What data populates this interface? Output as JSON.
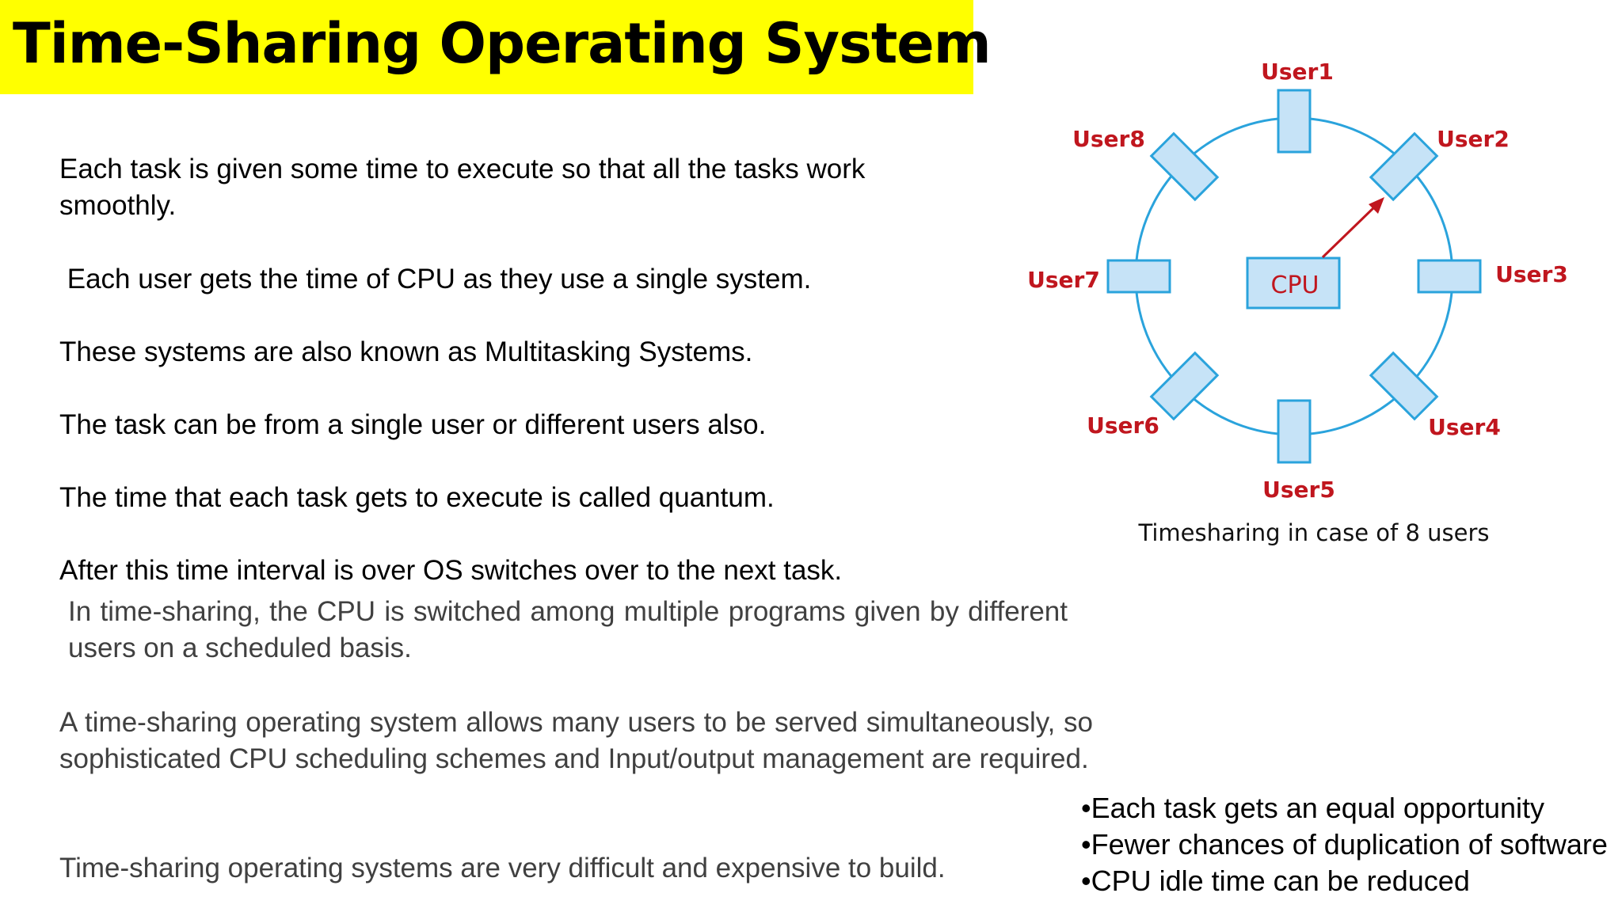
{
  "title": "Time-Sharing Operating System",
  "paragraphs": [
    "Each task is given some time to execute so that all the tasks work smoothly.",
    " Each user gets the time of CPU as they use a single system.",
    "These systems are also known as Multitasking Systems.",
    "The task can be from a single user or different users also.",
    "The time that each task gets to execute is called quantum.",
    "After this time interval is over OS switches over to the next task.",
    "In time-sharing, the CPU is switched among multiple programs given by different users on a scheduled basis.",
    "A time-sharing operating system allows many users to be served simultaneously, so sophisticated CPU scheduling schemes and Input/output management are required.",
    "Time-sharing operating systems are very difficult and expensive to build."
  ],
  "diagram": {
    "cpu_label": "CPU",
    "users": [
      "User1",
      "User2",
      "User3",
      "User4",
      "User5",
      "User6",
      "User7",
      "User8"
    ],
    "caption": "Timesharing in case of 8 users",
    "colors": {
      "ring": "#2aa3dc",
      "box_fill": "#c6e3f7",
      "label": "#c0161e",
      "arrow": "#c0161e"
    }
  },
  "bullets": [
    "•Each task gets an equal opportunity",
    "•Fewer chances of duplication of software",
    "•CPU idle time can be reduced"
  ]
}
